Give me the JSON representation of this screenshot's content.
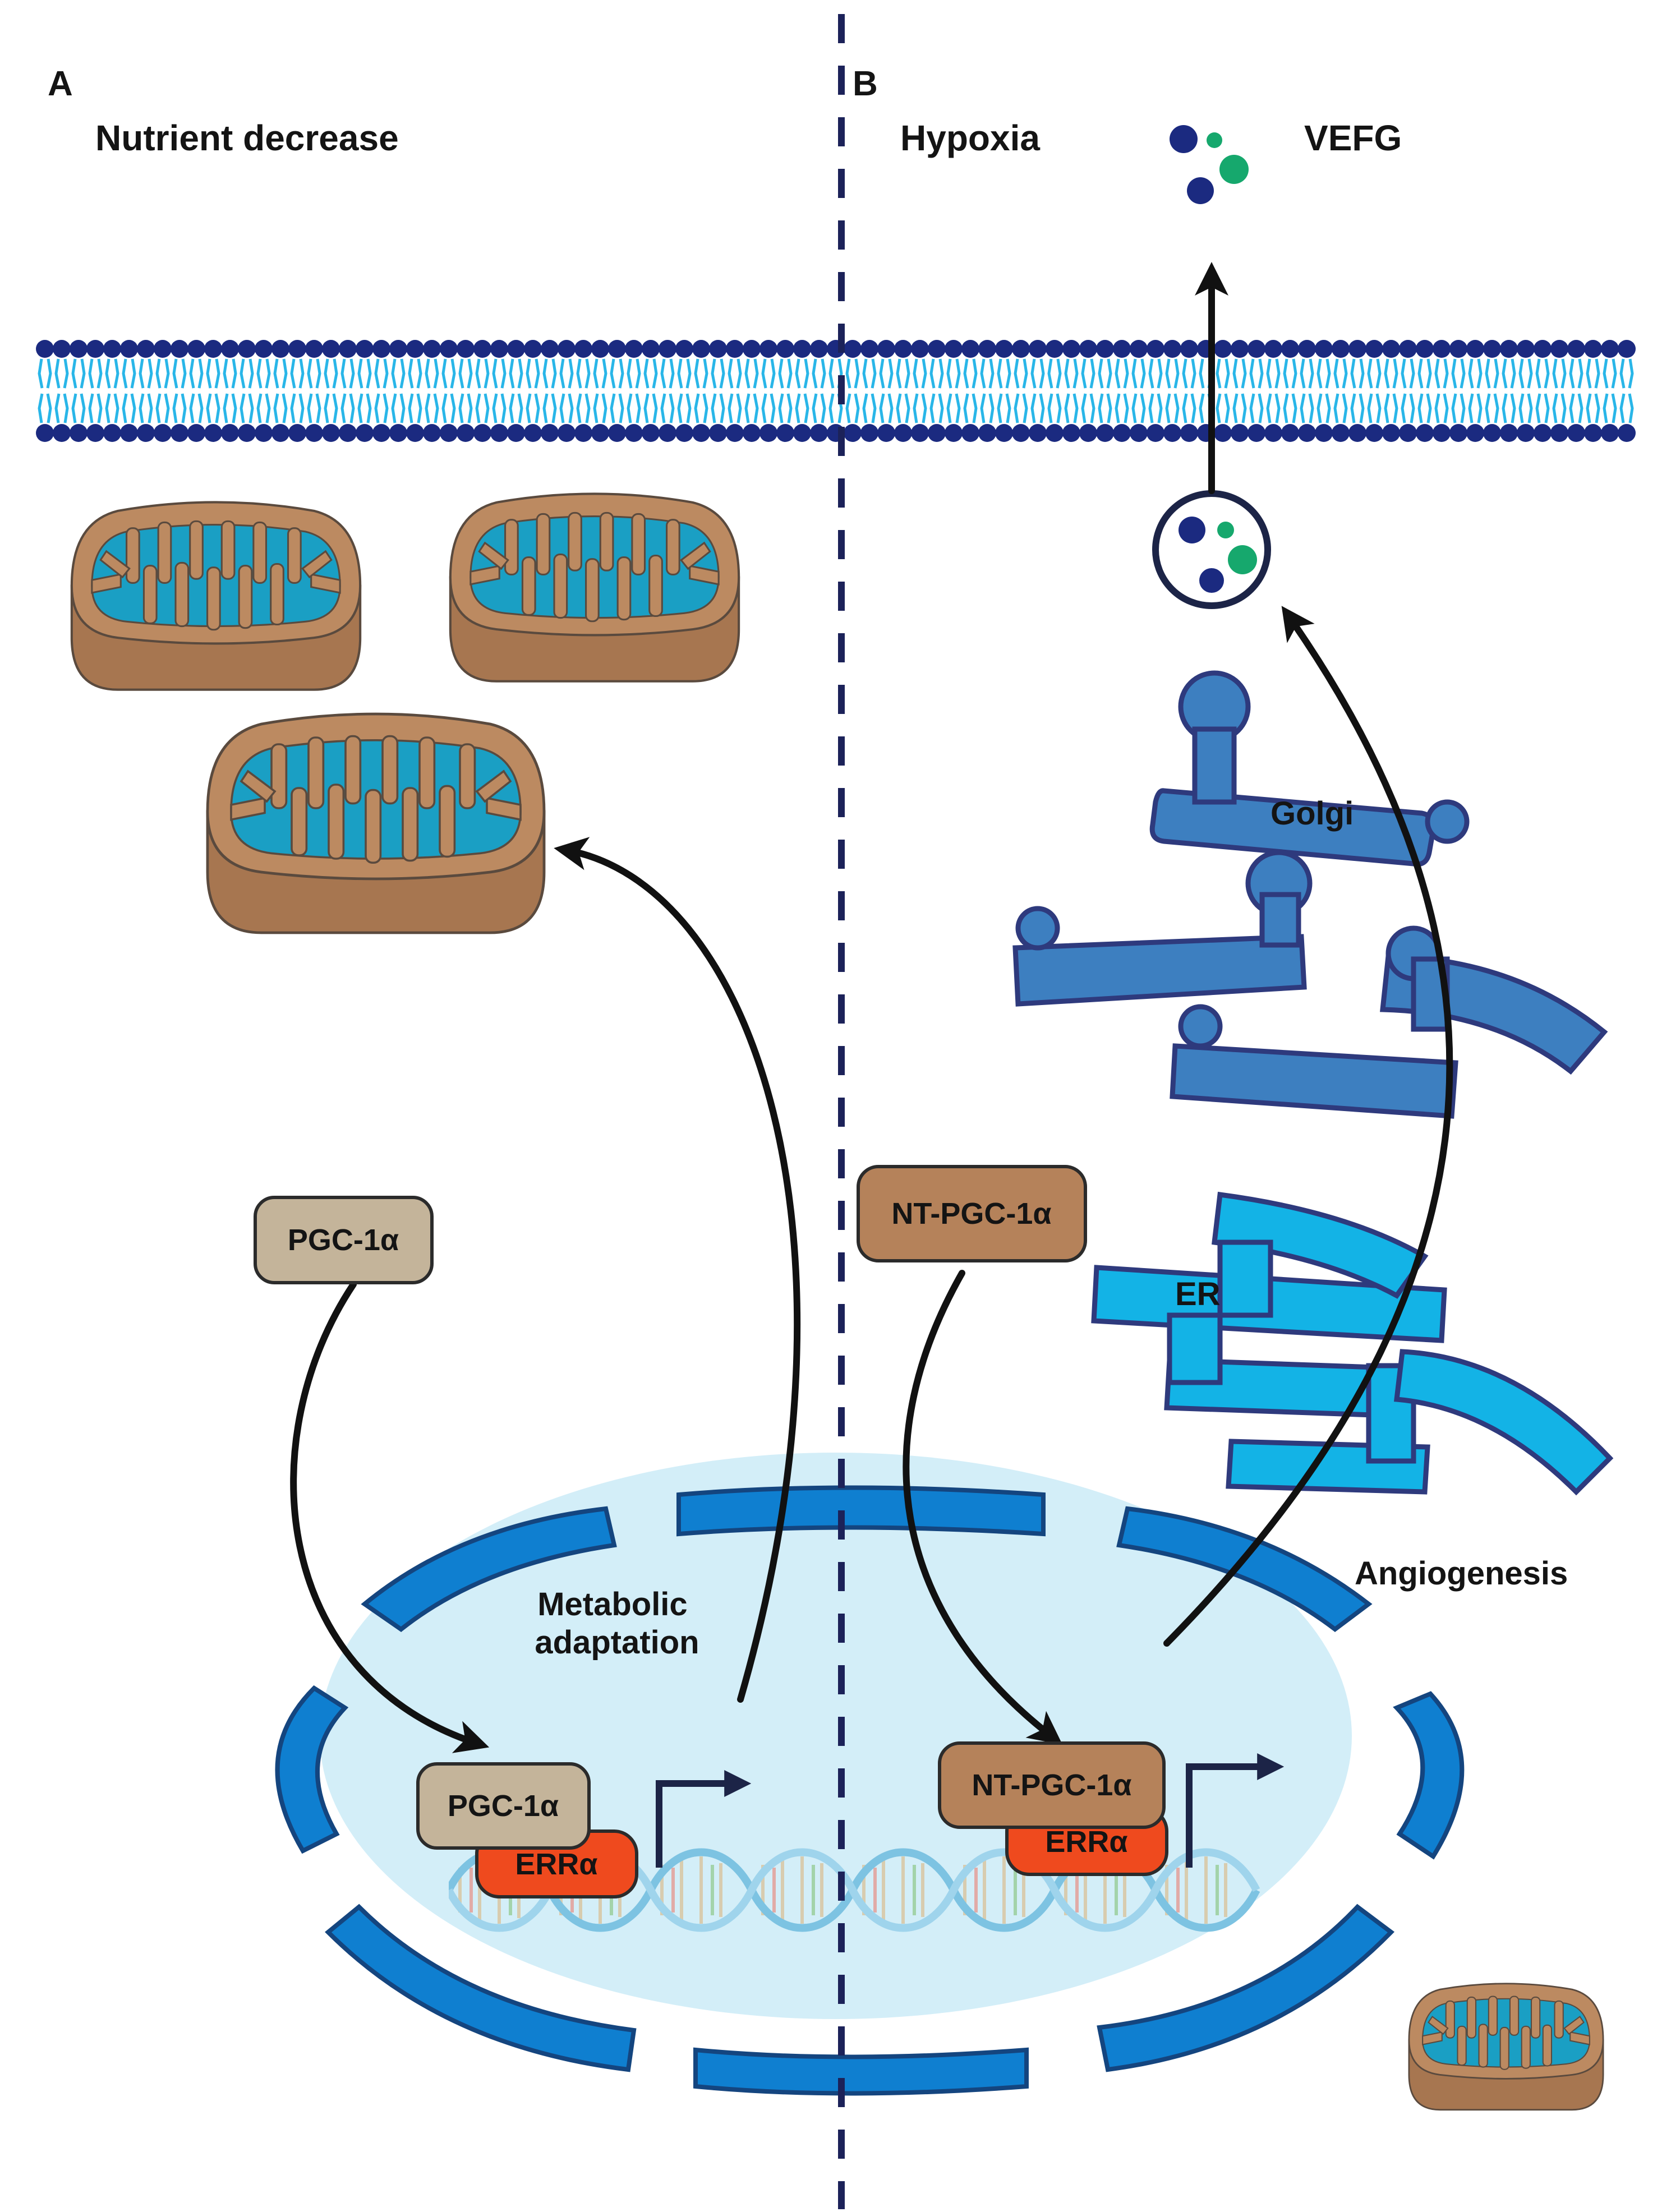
{
  "panels": {
    "a": {
      "letter": "A",
      "condition": "Nutrient decrease",
      "outcome": "Metabolic adaptation"
    },
    "b": {
      "letter": "B",
      "condition": "Hypoxia",
      "secreted": "VEFG",
      "outcome": "Angiogenesis"
    }
  },
  "proteins": {
    "pgc1a": "PGC-1α",
    "nt_pgc1a": "NT-PGC-1α",
    "erra": "ERRα"
  },
  "organelles": {
    "golgi": "Golgi",
    "er": "ER"
  },
  "colors": {
    "membrane_head": "#1b2a80",
    "membrane_tail": "#29b6e8",
    "mito_outer": "#b8865e",
    "mito_inner": "#1a9fc4",
    "nucleus": "#d3eef8",
    "nuclear_envelope": "#0f7fd0",
    "golgi": "#3d7fc0",
    "er": "#13b3e6",
    "pgc1a_box": "#c4b49a",
    "nt_pgc1a_box": "#b5825a",
    "erra_box": "#ef4a1e",
    "vegf_dark": "#1b2a80",
    "vegf_green": "#16a86d"
  },
  "icons": {
    "divider": "dashed-divider-line",
    "membrane": "lipid-bilayer",
    "mitochondrion": "mitochondrion-icon",
    "dna": "dna-helix-icon",
    "promoter": "transcription-start-arrow-icon"
  }
}
